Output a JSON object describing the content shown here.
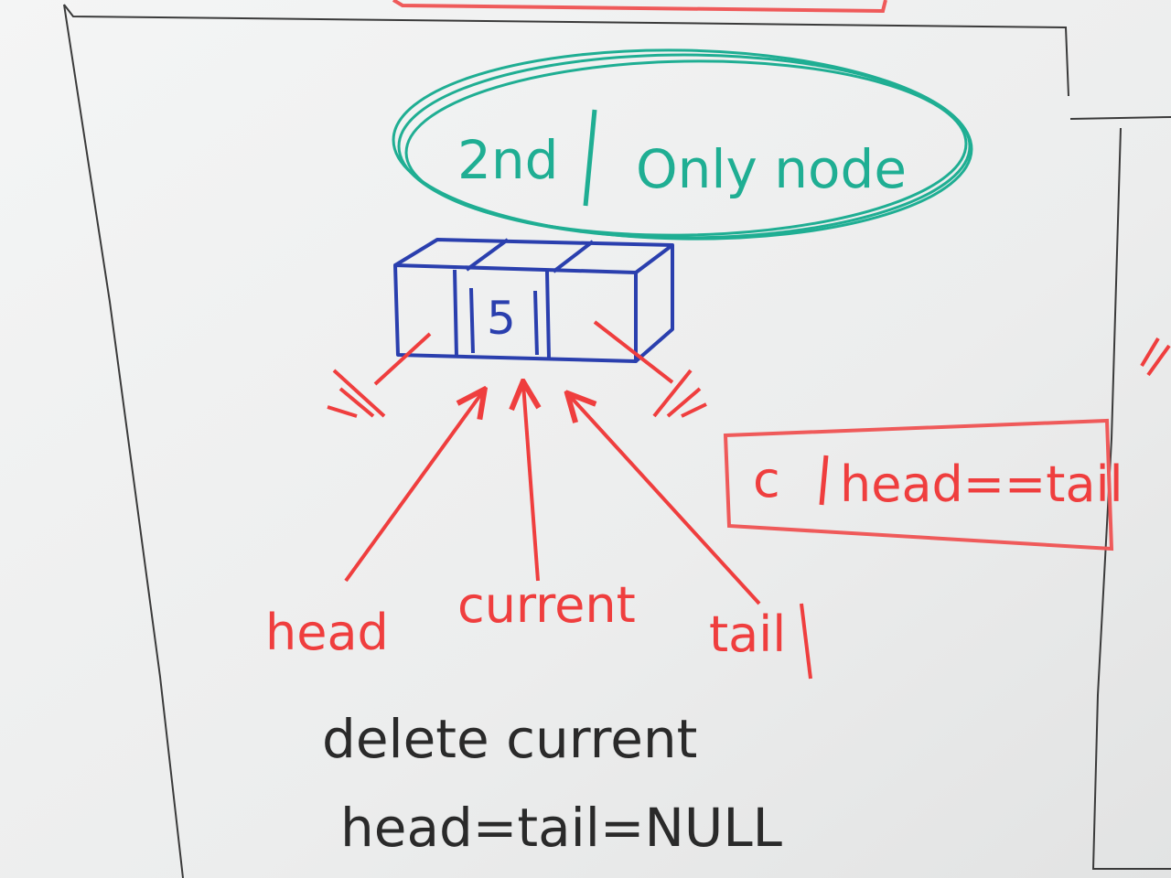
{
  "case_heading": {
    "number": "2nd",
    "title": "Only node"
  },
  "node": {
    "value": "5"
  },
  "pointers": {
    "head": "head",
    "current": "current",
    "tail": "tail"
  },
  "condition": {
    "label": "c",
    "expression": "head==tail"
  },
  "code": {
    "line1": "delete current",
    "line2": "head=tail=NULL"
  },
  "colors": {
    "teal": "#1fae93",
    "blue": "#2a3fae",
    "red": "#ef3e3e",
    "ink": "#2a2a2a"
  }
}
